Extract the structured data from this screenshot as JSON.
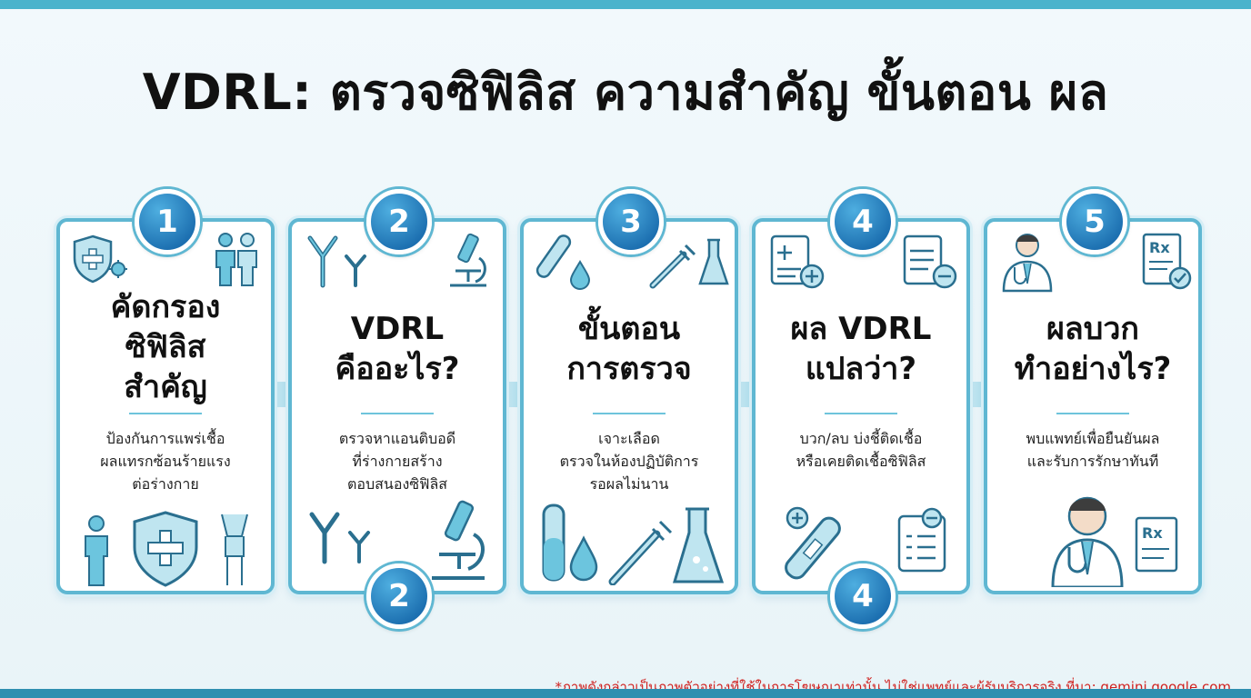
{
  "title": "VDRL: ตรวจซิฟิลิส ความสำคัญ ขั้นตอน ผล",
  "steps": [
    {
      "number": "1",
      "heading_lines": [
        "คัดกรอง",
        "ซิฟิลิส",
        "สำคัญ"
      ],
      "desc_lines": [
        "ป้องกันการแพร่เชื้อ",
        "ผลแทรกซ้อนร้ายแรง",
        "ต่อร่างกาย"
      ]
    },
    {
      "number": "2",
      "heading_lines": [
        "VDRL",
        "คืออะไร?"
      ],
      "desc_lines": [
        "ตรวจหาแอนติบอดี",
        "ที่ร่างกายสร้าง",
        "ตอบสนองซิฟิลิส"
      ],
      "bottom_number": "2"
    },
    {
      "number": "3",
      "heading_lines": [
        "ขั้นตอน",
        "การตรวจ"
      ],
      "desc_lines": [
        "เจาะเลือด",
        "ตรวจในห้องปฏิบัติการ",
        "รอผลไม่นาน"
      ]
    },
    {
      "number": "4",
      "heading_lines": [
        "ผล VDRL",
        "แปลว่า?"
      ],
      "desc_lines": [
        "บวก/ลบ บ่งชี้ติดเชื้อ",
        "หรือเคยติดเชื้อซิฟิลิส"
      ],
      "bottom_number": "4"
    },
    {
      "number": "5",
      "heading_lines": [
        "ผลบวก",
        "ทำอย่างไร?"
      ],
      "desc_lines": [
        "พบแพทย์เพื่อยืนยันผล",
        "และรับการรักษาทันที"
      ]
    }
  ],
  "icon_text": {
    "rx": "Rx"
  },
  "disclaimer": "*ภาพดังกล่าวเป็นภาพตัวอย่างที่ใช้ในการโฆษณาเท่านั้น ไม่ใช่แพทย์และผู้รับบริการจริง ที่มา: gemini.google.com",
  "colors": {
    "accent": "#5fb7d2",
    "badge": "#1c6fb0",
    "icon_stroke": "#2a6f8f",
    "icon_fill": "#bfe5f0",
    "disclaimer": "#d0201e"
  }
}
